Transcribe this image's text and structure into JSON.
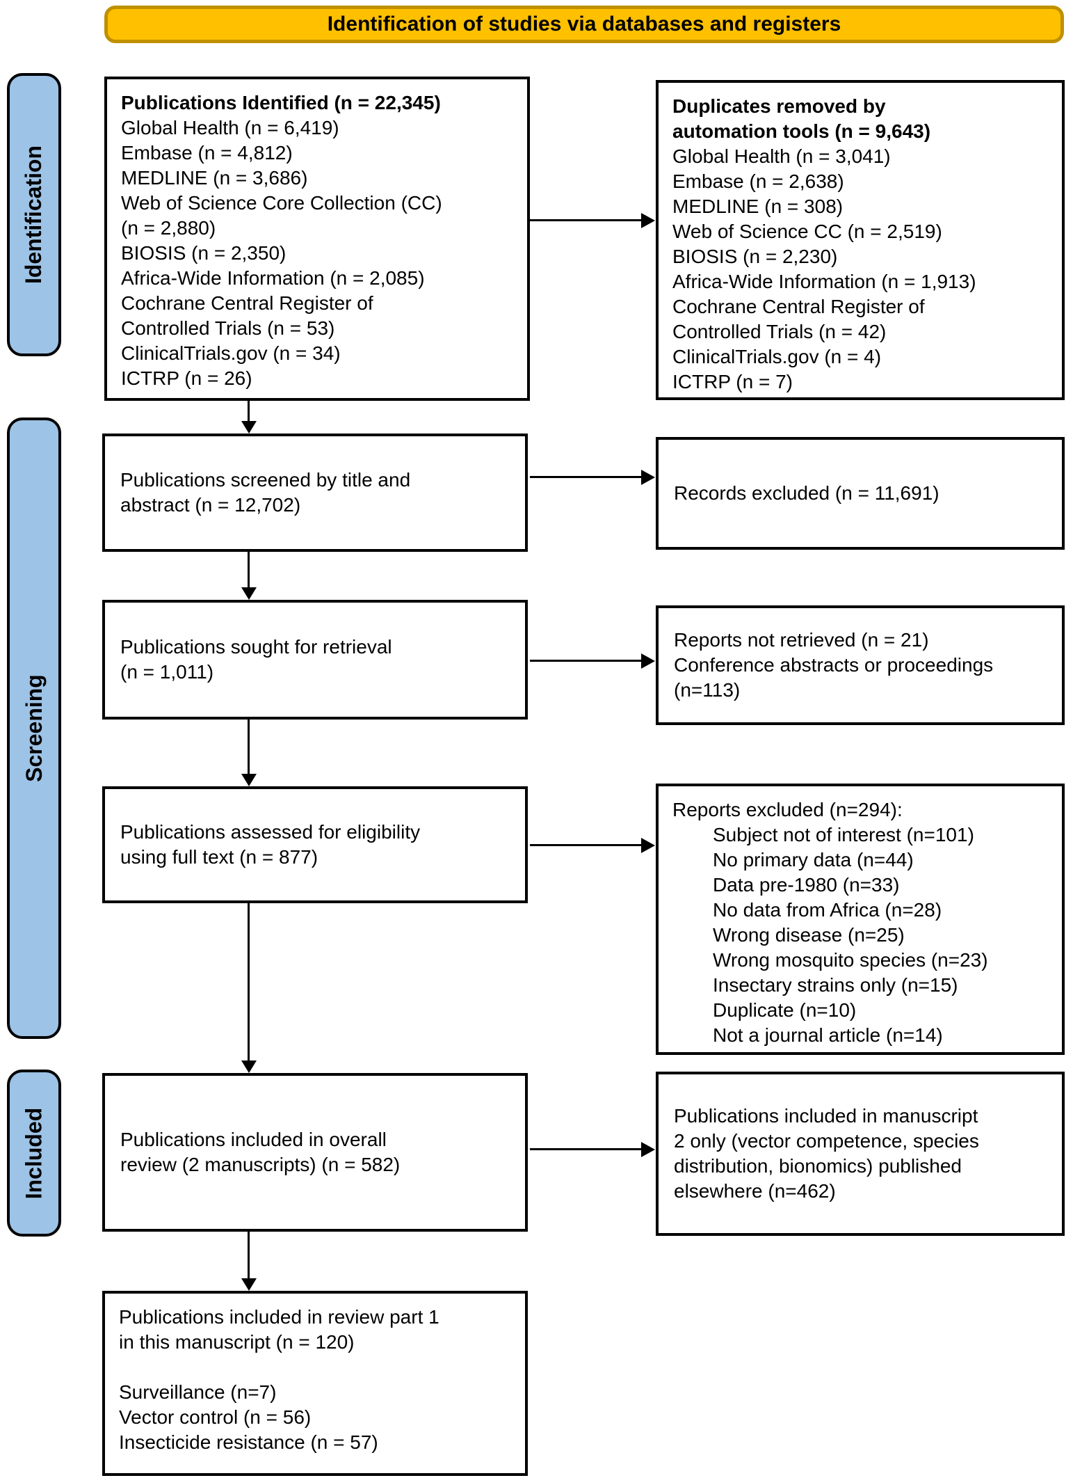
{
  "banner": {
    "title": "Identification of studies via databases and registers"
  },
  "colors": {
    "banner_fill": "#FFC000",
    "banner_border": "#BF9000",
    "stage_fill": "#9DC3E6",
    "box_border": "#000000",
    "box_fill": "#FFFFFF"
  },
  "stages": [
    {
      "label": "Identification"
    },
    {
      "label": "Screening"
    },
    {
      "label": "Included"
    }
  ],
  "left_boxes": [
    {
      "name": "publications-identified",
      "lines": [
        "Publications Identified (n = 22,345)",
        "Global Health (n = 6,419)",
        "Embase (n = 4,812)",
        "MEDLINE (n = 3,686)",
        "Web of Science Core Collection (CC)",
        "(n = 2,880)",
        "BIOSIS (n = 2,350)",
        "Africa-Wide Information (n = 2,085)",
        "Cochrane Central Register of",
        "Controlled Trials (n = 53)",
        "ClinicalTrials.gov (n = 34)",
        "ICTRP (n = 26)"
      ]
    },
    {
      "name": "publications-screened",
      "lines": [
        "Publications screened by title and",
        "abstract (n = 12,702)"
      ]
    },
    {
      "name": "publications-sought",
      "lines": [
        "Publications sought for retrieval",
        "(n = 1,011)"
      ]
    },
    {
      "name": "publications-assessed",
      "lines": [
        "Publications assessed for eligibility",
        "using full text (n = 877)"
      ]
    },
    {
      "name": "publications-included-overall",
      "lines": [
        "Publications included in overall",
        "review (2 manuscripts) (n = 582)"
      ]
    },
    {
      "name": "publications-included-part1",
      "lines": [
        "Publications included in review part 1",
        "in this manuscript (n = 120)",
        "Surveillance (n=7)",
        "Vector control (n = 56)",
        "Insecticide resistance (n = 57)"
      ]
    }
  ],
  "right_boxes": [
    {
      "name": "duplicates-removed",
      "lines": [
        "Duplicates removed by",
        "automation tools (n = 9,643)",
        "Global Health (n = 3,041)",
        "Embase (n = 2,638)",
        "MEDLINE (n = 308)",
        "Web of Science CC (n = 2,519)",
        "BIOSIS (n = 2,230)",
        "Africa-Wide Information (n = 1,913)",
        "Cochrane Central Register of",
        "Controlled Trials (n = 42)",
        "ClinicalTrials.gov (n = 4)",
        "ICTRP (n = 7)"
      ]
    },
    {
      "name": "records-excluded",
      "lines": [
        "Records excluded (n = 11,691)"
      ]
    },
    {
      "name": "reports-not-retrieved",
      "lines": [
        "Reports not retrieved (n = 21)",
        "Conference abstracts or proceedings",
        "(n=113)"
      ]
    },
    {
      "name": "reports-excluded",
      "lines": [
        "Reports excluded (n=294):",
        "Subject not of interest (n=101)",
        "No primary data (n=44)",
        "Data pre-1980 (n=33)",
        "No data from Africa (n=28)",
        "Wrong disease (n=25)",
        "Wrong mosquito species (n=23)",
        "Insectary strains only (n=15)",
        "Duplicate (n=10)",
        "Not a journal article (n=14)"
      ]
    },
    {
      "name": "included-manuscript2-only",
      "lines": [
        "Publications included in manuscript",
        "2 only (vector competence, species",
        "distribution, bionomics) published",
        "elsewhere (n=462)"
      ]
    }
  ]
}
